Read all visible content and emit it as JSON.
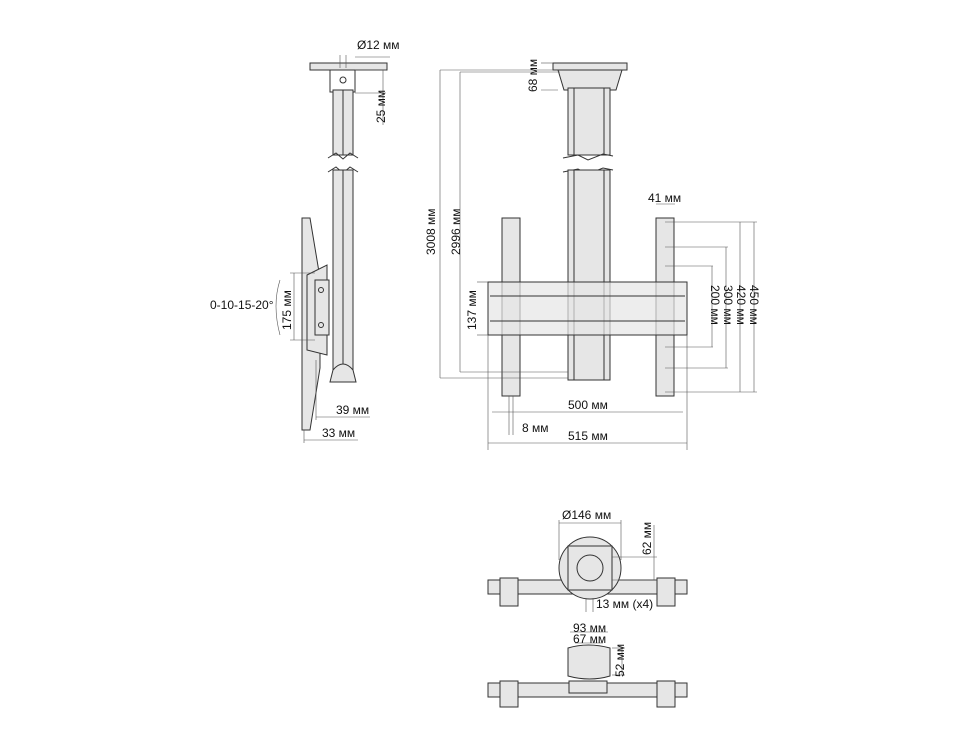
{
  "side_view": {
    "diameter_label": "Ø12 мм",
    "top_offset_label": "25 мм",
    "tilt_label": "0-10-15-20°",
    "bracket_height_label": "175 мм",
    "depth_39_label": "39 мм",
    "depth_33_label": "33 мм"
  },
  "front_view": {
    "plate_height_label": "68 мм",
    "max_length_label": "3008 мм",
    "length_label": "2996 мм",
    "strip_width_label": "41 мм",
    "rail_height_label": "137 мм",
    "vesa_450_label": "450 мм",
    "vesa_420_label": "420 мм",
    "vesa_300_label": "300 мм",
    "vesa_200_label": "200 мм",
    "rail_width_label": "500 мм",
    "offset_label": "8 мм",
    "total_width_label": "515 мм"
  },
  "bottom_view": {
    "plate_diameter_label": "Ø146 мм",
    "plate_depth_label": "62 мм",
    "hole_label": "13 мм (x4)",
    "bracket_width_93_label": "93 мм",
    "bracket_width_67_label": "67 мм",
    "bracket_height_label": "52 мм"
  }
}
